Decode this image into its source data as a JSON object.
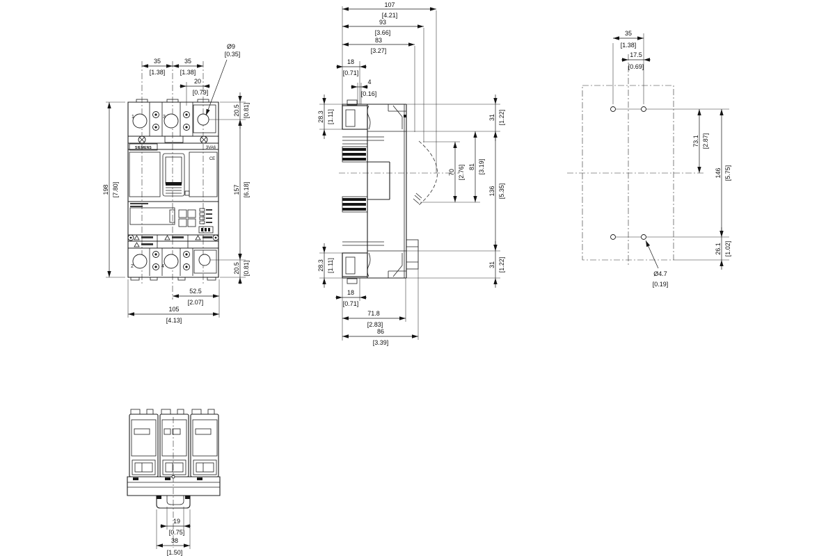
{
  "labels": {
    "brand": "SIEMENS",
    "model": "3VA6",
    "ce_mark": "CE",
    "pole_1": "1",
    "pole_3": "3",
    "pole_2": "2",
    "pole_4": "4"
  },
  "front_view": {
    "dims": {
      "pole_pitch_left": {
        "mm": "35",
        "in": "[1.38]"
      },
      "pole_pitch_right": {
        "mm": "35",
        "in": "[1.38]"
      },
      "hole_offset": {
        "mm": "20",
        "in": "[0.79]"
      },
      "hole_dia": {
        "mm": "Ø9",
        "in": "[0.35]"
      },
      "terminal_top": {
        "mm": "20.5",
        "in": "[0.81]"
      },
      "height_overall": {
        "mm": "198",
        "in": "[7.80]"
      },
      "hole_spacing": {
        "mm": "157",
        "in": "[6.18]"
      },
      "terminal_bottom": {
        "mm": "20.5",
        "in": "[0.81]"
      },
      "width_half": {
        "mm": "52.5",
        "in": "[2.07]"
      },
      "width_overall": {
        "mm": "105",
        "in": "[4.13]"
      }
    }
  },
  "side_view": {
    "dims": {
      "depth_overall": {
        "mm": "107",
        "in": "[4.21]"
      },
      "depth_handle": {
        "mm": "93",
        "in": "[3.66]"
      },
      "depth_body": {
        "mm": "83",
        "in": "[3.27]"
      },
      "front_step": {
        "mm": "18",
        "in": "[0.71]"
      },
      "front_gap": {
        "mm": "4",
        "in": "[0.16]"
      },
      "terminal_top": {
        "mm": "28.3",
        "in": "[1.11]"
      },
      "edge_top": {
        "mm": "31",
        "in": "[1.22]"
      },
      "handle_travel": {
        "mm": "70",
        "in": "[2.76]"
      },
      "front_recess": {
        "mm": "81",
        "in": "[3.19]"
      },
      "mounting_span": {
        "mm": "136",
        "in": "[5.35]"
      },
      "edge_bottom": {
        "mm": "31",
        "in": "[1.22]"
      },
      "terminal_bottom": {
        "mm": "28.3",
        "in": "[1.11]"
      },
      "base_step": {
        "mm": "18",
        "in": "[0.71]"
      },
      "base_depth": {
        "mm": "71.8",
        "in": "[2.83]"
      },
      "body_depth": {
        "mm": "86",
        "in": "[3.39]"
      }
    }
  },
  "drill_view": {
    "dims": {
      "hole_pitch": {
        "mm": "35",
        "in": "[1.38]"
      },
      "hole_half_pitch": {
        "mm": "17.5",
        "in": "[0.69]"
      },
      "upper_span": {
        "mm": "73.1",
        "in": "[2.87]"
      },
      "vertical_span": {
        "mm": "146",
        "in": "[5.75]"
      },
      "lower_offset": {
        "mm": "26.1",
        "in": "[1.02]"
      },
      "hole_dia": {
        "mm": "Ø4.7",
        "in": "[0.19]"
      }
    }
  },
  "bottom_view": {
    "dims": {
      "rail_slot": {
        "mm": "19",
        "in": "[0.75]"
      },
      "rail_width": {
        "mm": "38",
        "in": "[1.50]"
      }
    }
  }
}
